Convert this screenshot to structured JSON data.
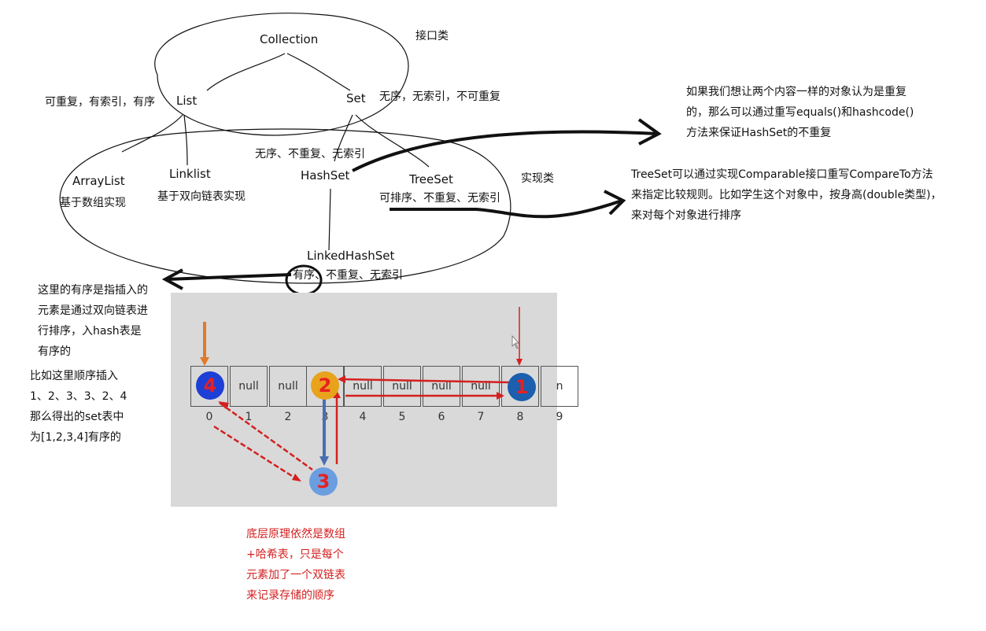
{
  "labels": {
    "collection": "Collection",
    "interface_class": "接口类",
    "list": "List",
    "list_desc": "可重复，有索引，有序",
    "set": "Set",
    "set_desc": "无序，无索引，不可重复",
    "arraylist": "ArrayList",
    "arraylist_desc": "基于数组实现",
    "linklist": "Linklist",
    "linklist_desc": "基于双向链表实现",
    "hashset_desc": "无序、不重复、无索引",
    "hashset": "HashSet",
    "treeset": "TreeSet",
    "treeset_desc": "可排序、不重复、无索引",
    "impl_class": "实现类",
    "linkedhashset": "LinkedHashSet",
    "linkedhashset_desc_ordered": "有序",
    "linkedhashset_desc_rest": "、不重复、无索引"
  },
  "notes": {
    "hashset_note": [
      "如果我们想让两个内容一样的对象认为是重复",
      "的，那么可以通过重写equals()和hashcode()",
      "方法来保证HashSet的不重复"
    ],
    "treeset_note": [
      "TreeSet可以通过实现Comparable接口重写CompareTo方法",
      "来指定比较规则。比如学生这个对象中，按身高(double类型)，",
      "来对每个对象进行排序"
    ],
    "ordered_note": [
      "这里的有序是指插入的",
      "元素是通过双向链表进",
      "行排序，入hash表是",
      "有序的"
    ],
    "example_note": [
      "比如这里顺序插入",
      "1、2、3、3、2、4",
      "那么得出的set表中",
      "为[1,2,3,4]有序的"
    ],
    "principle_note": [
      "底层原理依然是数组",
      "+哈希表，只是每个",
      "元素加了一个双链表",
      "来记录存储的顺序"
    ]
  },
  "hash_table": {
    "cells": [
      "",
      "null",
      "null",
      "",
      "null",
      "null",
      "null",
      "null",
      "",
      "n"
    ],
    "indices": [
      "0",
      "1",
      "2",
      "3",
      "4",
      "5",
      "6",
      "7",
      "8",
      "9"
    ],
    "nodes": [
      {
        "label": "4",
        "color": "#1d3fd6"
      },
      {
        "label": "2",
        "color": "#e8a21c"
      },
      {
        "label": "1",
        "color": "#1b5fae"
      },
      {
        "label": "3",
        "color": "#6a9ee0"
      }
    ]
  },
  "colors": {
    "red_annotation": "#d42020",
    "orange_arrow": "#e07a2a",
    "blue_arrow": "#4a6fb0"
  }
}
